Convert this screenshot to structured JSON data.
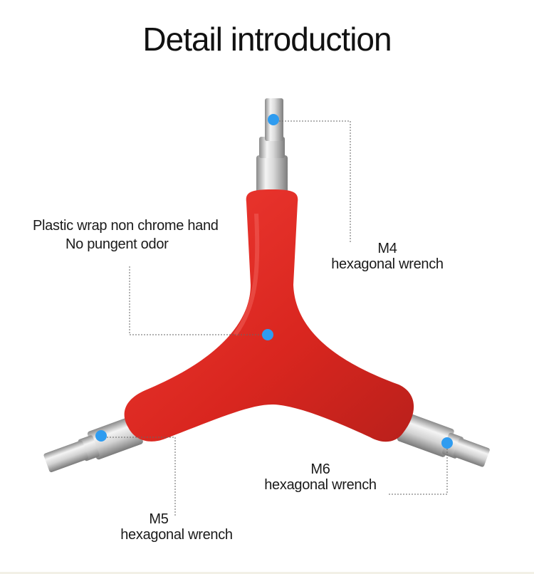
{
  "title": "Detail introduction",
  "colors": {
    "handle_red": "#dc2a25",
    "handle_dark": "#b51c18",
    "steel": "#c9c9c9",
    "marker_blue": "#2f9cf0",
    "leader_line": "#666666"
  },
  "callouts": {
    "handle": {
      "line1": "Plastic wrap non chrome hand",
      "line2": "No pungent odor"
    },
    "m4": {
      "line1": "M4",
      "line2": "hexagonal wrench"
    },
    "m5": {
      "line1": "M5",
      "line2": "hexagonal wrench"
    },
    "m6": {
      "line1": "M6",
      "line2": "hexagonal wrench"
    }
  }
}
